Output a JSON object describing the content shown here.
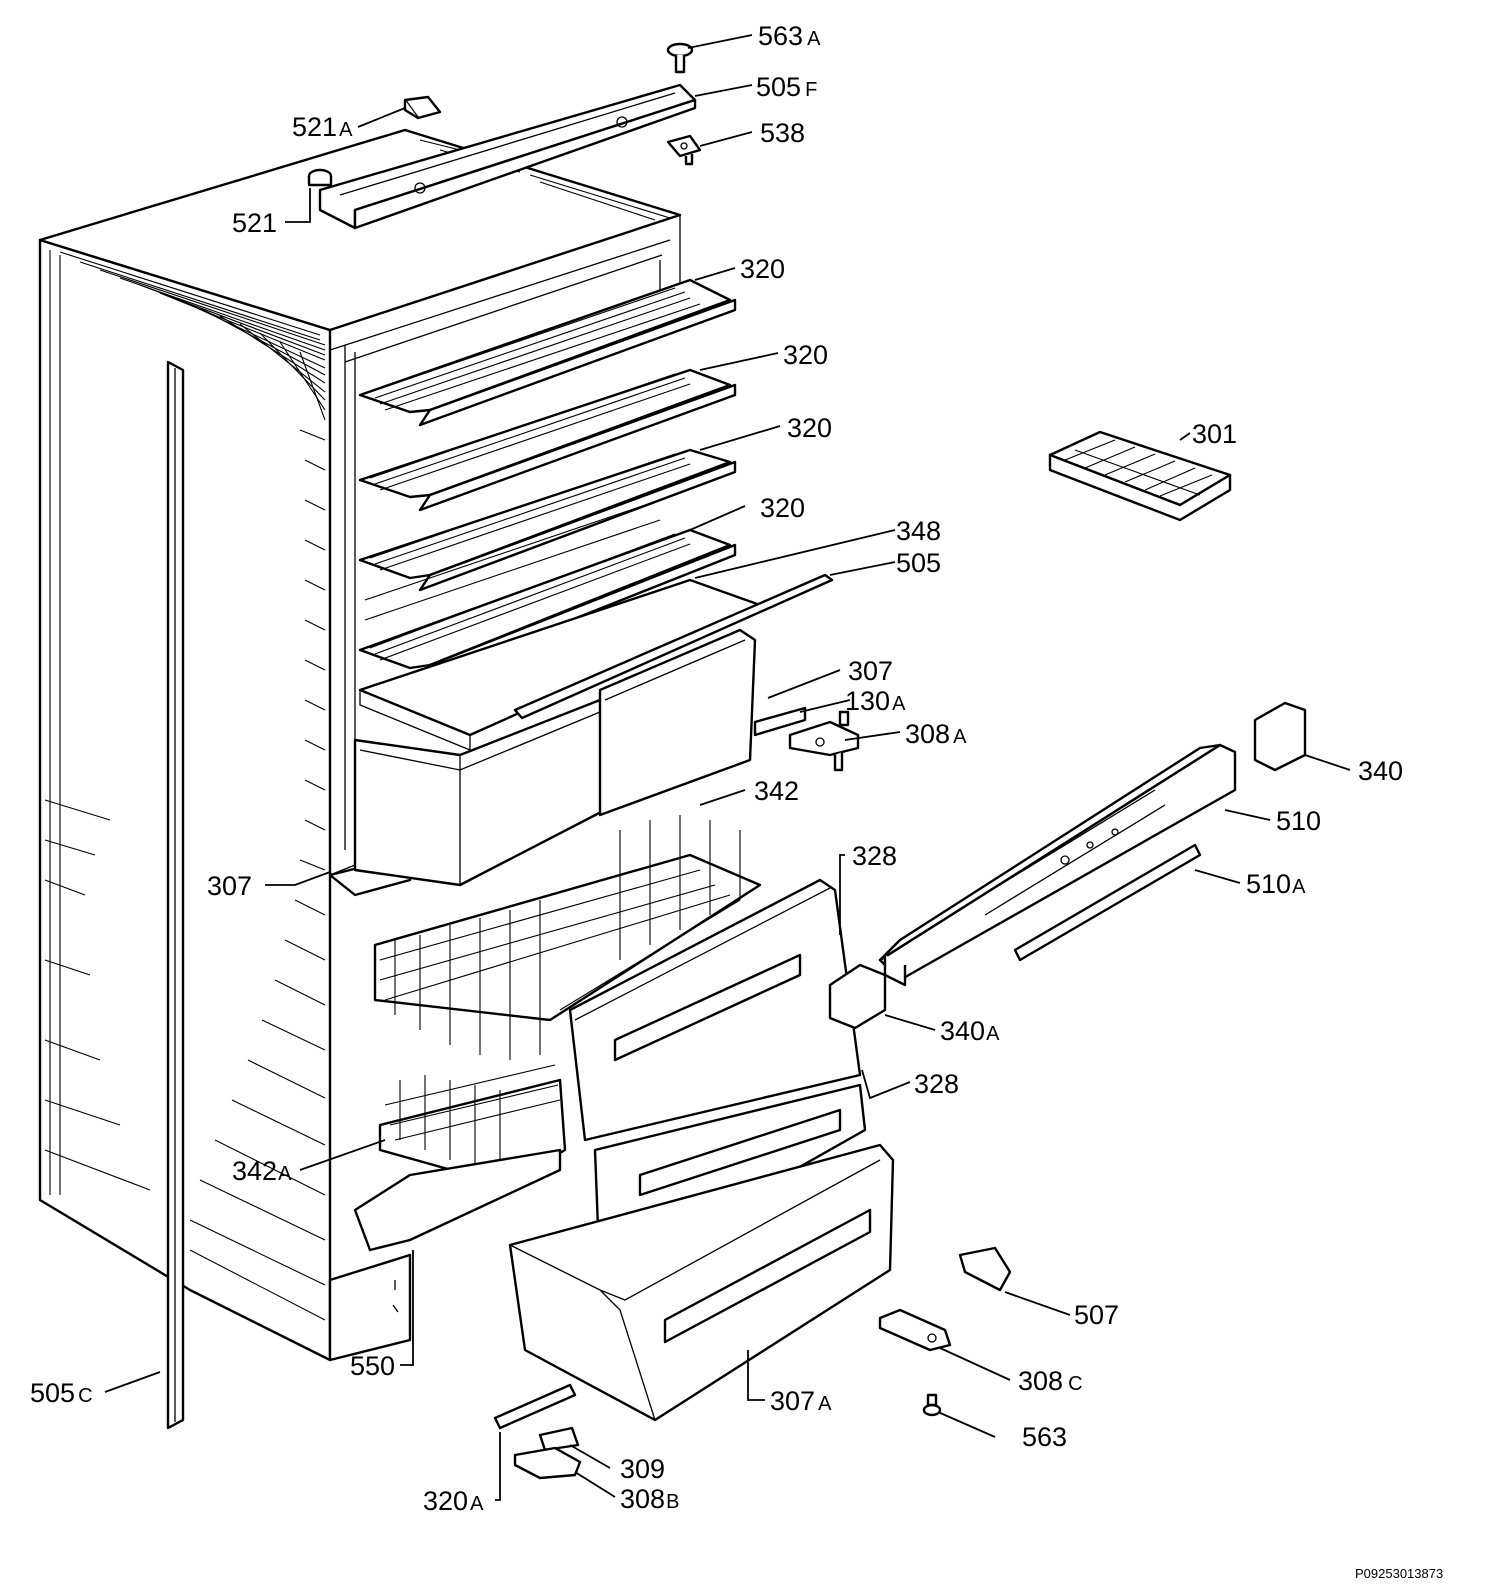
{
  "reference_code": "P09253013873",
  "callouts": {
    "c563a": {
      "num": "563",
      "suffix": "A"
    },
    "c505f": {
      "num": "505",
      "suffix": "F"
    },
    "c521a": {
      "num": "521",
      "suffix": "A"
    },
    "c538": {
      "num": "538",
      "suffix": ""
    },
    "c521": {
      "num": "521",
      "suffix": ""
    },
    "c320_1": {
      "num": "320",
      "suffix": ""
    },
    "c320_2": {
      "num": "320",
      "suffix": ""
    },
    "c320_3": {
      "num": "320",
      "suffix": ""
    },
    "c320_4": {
      "num": "320",
      "suffix": ""
    },
    "c301": {
      "num": "301",
      "suffix": ""
    },
    "c348": {
      "num": "348",
      "suffix": ""
    },
    "c505": {
      "num": "505",
      "suffix": ""
    },
    "c307_top": {
      "num": "307",
      "suffix": ""
    },
    "c130a": {
      "num": "130",
      "suffix": "A"
    },
    "c308a": {
      "num": "308",
      "suffix": "A"
    },
    "c340": {
      "num": "340",
      "suffix": ""
    },
    "c342": {
      "num": "342",
      "suffix": ""
    },
    "c510": {
      "num": "510",
      "suffix": ""
    },
    "c328_top": {
      "num": "328",
      "suffix": ""
    },
    "c307_left": {
      "num": "307",
      "suffix": ""
    },
    "c510a": {
      "num": "510",
      "suffix": "A"
    },
    "c340a": {
      "num": "340",
      "suffix": "A"
    },
    "c328_bot": {
      "num": "328",
      "suffix": ""
    },
    "c342a": {
      "num": "342",
      "suffix": "A"
    },
    "c507": {
      "num": "507",
      "suffix": ""
    },
    "c550": {
      "num": "550",
      "suffix": ""
    },
    "c505c": {
      "num": "505",
      "suffix": "C"
    },
    "c308c": {
      "num": "308",
      "suffix": "C"
    },
    "c307a": {
      "num": "307",
      "suffix": "A"
    },
    "c563": {
      "num": "563",
      "suffix": ""
    },
    "c309": {
      "num": "309",
      "suffix": ""
    },
    "c320a": {
      "num": "320",
      "suffix": "A"
    },
    "c308b": {
      "num": "308",
      "suffix": "B"
    }
  }
}
